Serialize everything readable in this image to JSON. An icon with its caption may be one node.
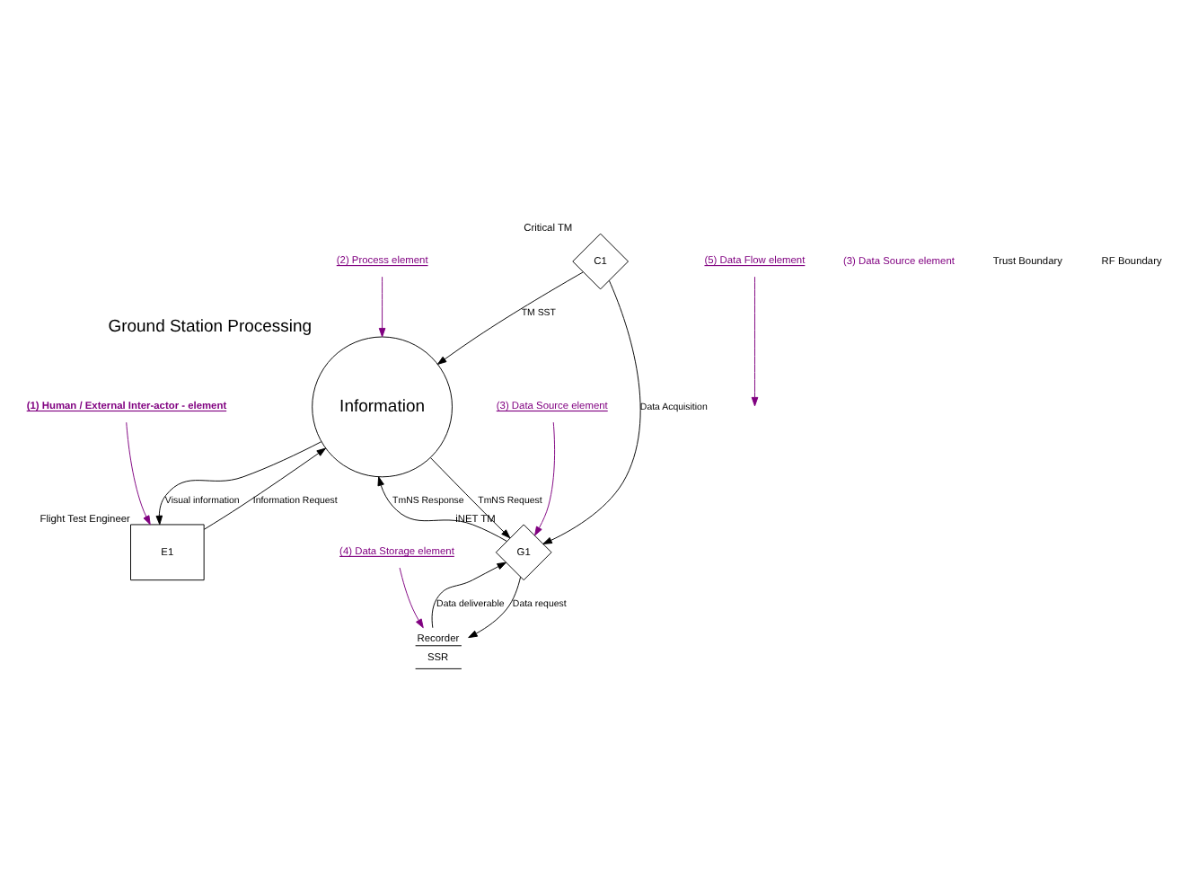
{
  "diagram": {
    "nodes": [
      {
        "text": [
          "Information"
        ],
        "beside": [
          "Ground Station Processing"
        ]
      },
      {
        "text": [
          "E1"
        ],
        "beside": [
          "Flight Test Engineer"
        ]
      },
      {
        "text": [
          "C1"
        ],
        "beside": [
          "Critical TM"
        ]
      },
      {
        "text": [
          "G1"
        ],
        "beside": [
          "iNET TM"
        ]
      },
      {
        "text": [
          "Recorder",
          "SSR"
        ]
      },
      {
        "text": [
          "(2) Process element"
        ]
      },
      {
        "text": [
          "(5) Data Flow element"
        ]
      },
      {
        "text": [
          "(4) Data Storage element"
        ]
      },
      {
        "text": [
          "(1) Human / External Inter-actor - element"
        ]
      },
      {
        "text": [
          "(3) Data Source element"
        ]
      }
    ],
    "edges": [
      {
        "from": 0,
        "to": 1,
        "arrow": "to",
        "label": "Visual information"
      },
      {
        "from": 1,
        "to": 0,
        "arrow": "to",
        "label": "Information Request"
      },
      {
        "from": 2,
        "to": 0,
        "arrow": "to",
        "label": "TM SST"
      },
      {
        "from": 2,
        "to": 3,
        "arrow": "to",
        "label": "Data Acquisition"
      },
      {
        "from": 0,
        "to": 3,
        "arrow": "to",
        "label": "TmNS Request"
      },
      {
        "from": 3,
        "to": 0,
        "arrow": "to",
        "label": "TmNS Response"
      },
      {
        "from": 4,
        "to": 3,
        "arrow": "to",
        "label": "Data deliverable"
      },
      {
        "from": 3,
        "to": 4,
        "arrow": "to",
        "label": "Data request"
      },
      {
        "from": 5,
        "to": 0,
        "arrow": "to",
        "color": "#800080"
      },
      {
        "from": 6,
        "to": null,
        "arrow": "to",
        "color": "#800080"
      },
      {
        "from": 7,
        "to": 4,
        "arrow": "to",
        "color": "#800080"
      },
      {
        "from": 8,
        "to": 1,
        "arrow": "to",
        "color": "#800080"
      },
      {
        "from": 9,
        "to": 3,
        "arrow": "to",
        "color": "#800080"
      }
    ],
    "labels": [
      "(3) Data Source element",
      "Trust Boundary",
      "RF Boundary"
    ]
  }
}
